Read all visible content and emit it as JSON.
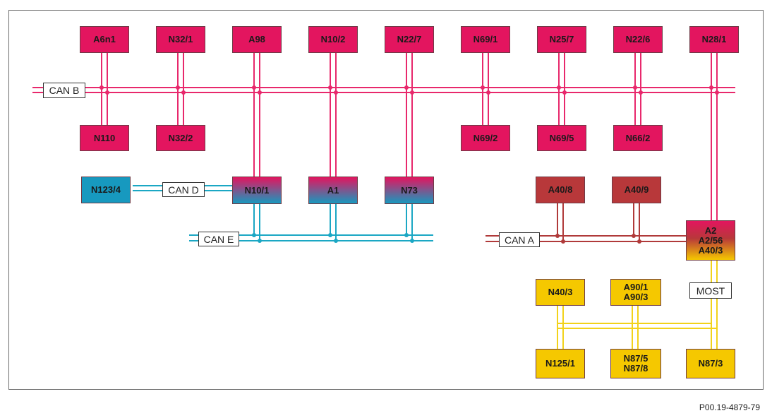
{
  "bus_labels": {
    "can_b": "CAN B",
    "can_d": "CAN D",
    "can_e": "CAN E",
    "can_a": "CAN A",
    "most": "MOST"
  },
  "modules": {
    "a6n1": [
      "A6n1"
    ],
    "n32_1": [
      "N32/1"
    ],
    "a98": [
      "A98"
    ],
    "n10_2": [
      "N10/2"
    ],
    "n22_7": [
      "N22/7"
    ],
    "n69_1": [
      "N69/1"
    ],
    "n25_7": [
      "N25/7"
    ],
    "n22_6": [
      "N22/6"
    ],
    "n28_1": [
      "N28/1"
    ],
    "n110": [
      "N110"
    ],
    "n32_2": [
      "N32/2"
    ],
    "n69_2": [
      "N69/2"
    ],
    "n69_5": [
      "N69/5"
    ],
    "n66_2": [
      "N66/2"
    ],
    "n123_4": [
      "N123/4"
    ],
    "n10_1": [
      "N10/1"
    ],
    "a1": [
      "A1"
    ],
    "n73": [
      "N73"
    ],
    "a40_8": [
      "A40/8"
    ],
    "a40_9": [
      "A40/9"
    ],
    "a2": [
      "A2",
      "A2/56",
      "A40/3"
    ],
    "n40_3": [
      "N40/3"
    ],
    "a90": [
      "A90/1",
      "A90/3"
    ],
    "n125_1": [
      "N125/1"
    ],
    "n87_5": [
      "N87/5",
      "N87/8"
    ],
    "n87_3": [
      "N87/3"
    ]
  },
  "reference": "P00.19-4879-79",
  "colors": {
    "can_b": "#e8286c",
    "can_d": "#1ba7c4",
    "can_e": "#1ba7c4",
    "can_a": "#b03a3a",
    "most": "#f2d21a",
    "magenta_box": "#e3155f",
    "cyan_box": "#1799bf",
    "red_box": "#b8383a",
    "yellow_box": "#f5c800"
  }
}
